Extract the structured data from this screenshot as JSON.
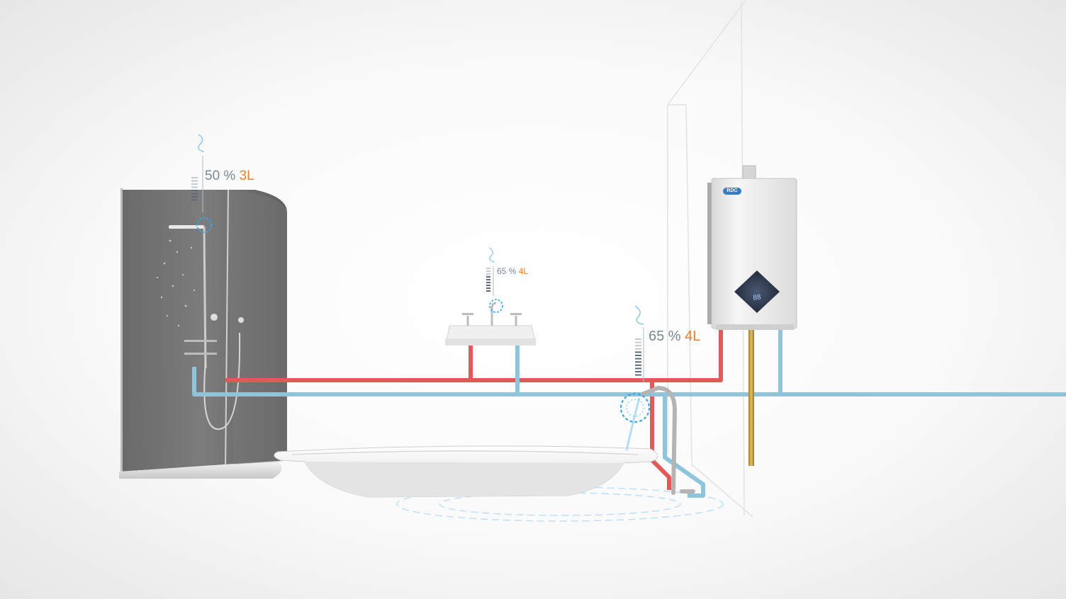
{
  "scene": {
    "colors": {
      "hot_pipe": "#e05a5a",
      "cold_pipe": "#8ec4dc",
      "gas_pipe": "#c8a23c",
      "accent_blue": "#3aa8e8",
      "volume_orange": "#e8802c",
      "percent_gray": "#7a8894"
    },
    "readings": {
      "shower": {
        "percent": "50 %",
        "volume": "3L",
        "level": 0.5
      },
      "sink": {
        "percent": "65 %",
        "volume": "4L",
        "level": 0.65
      },
      "bathtub": {
        "percent": "65 %",
        "volume": "4L",
        "level": 0.65
      }
    },
    "heater": {
      "brand": "RDC",
      "display": "88"
    }
  }
}
